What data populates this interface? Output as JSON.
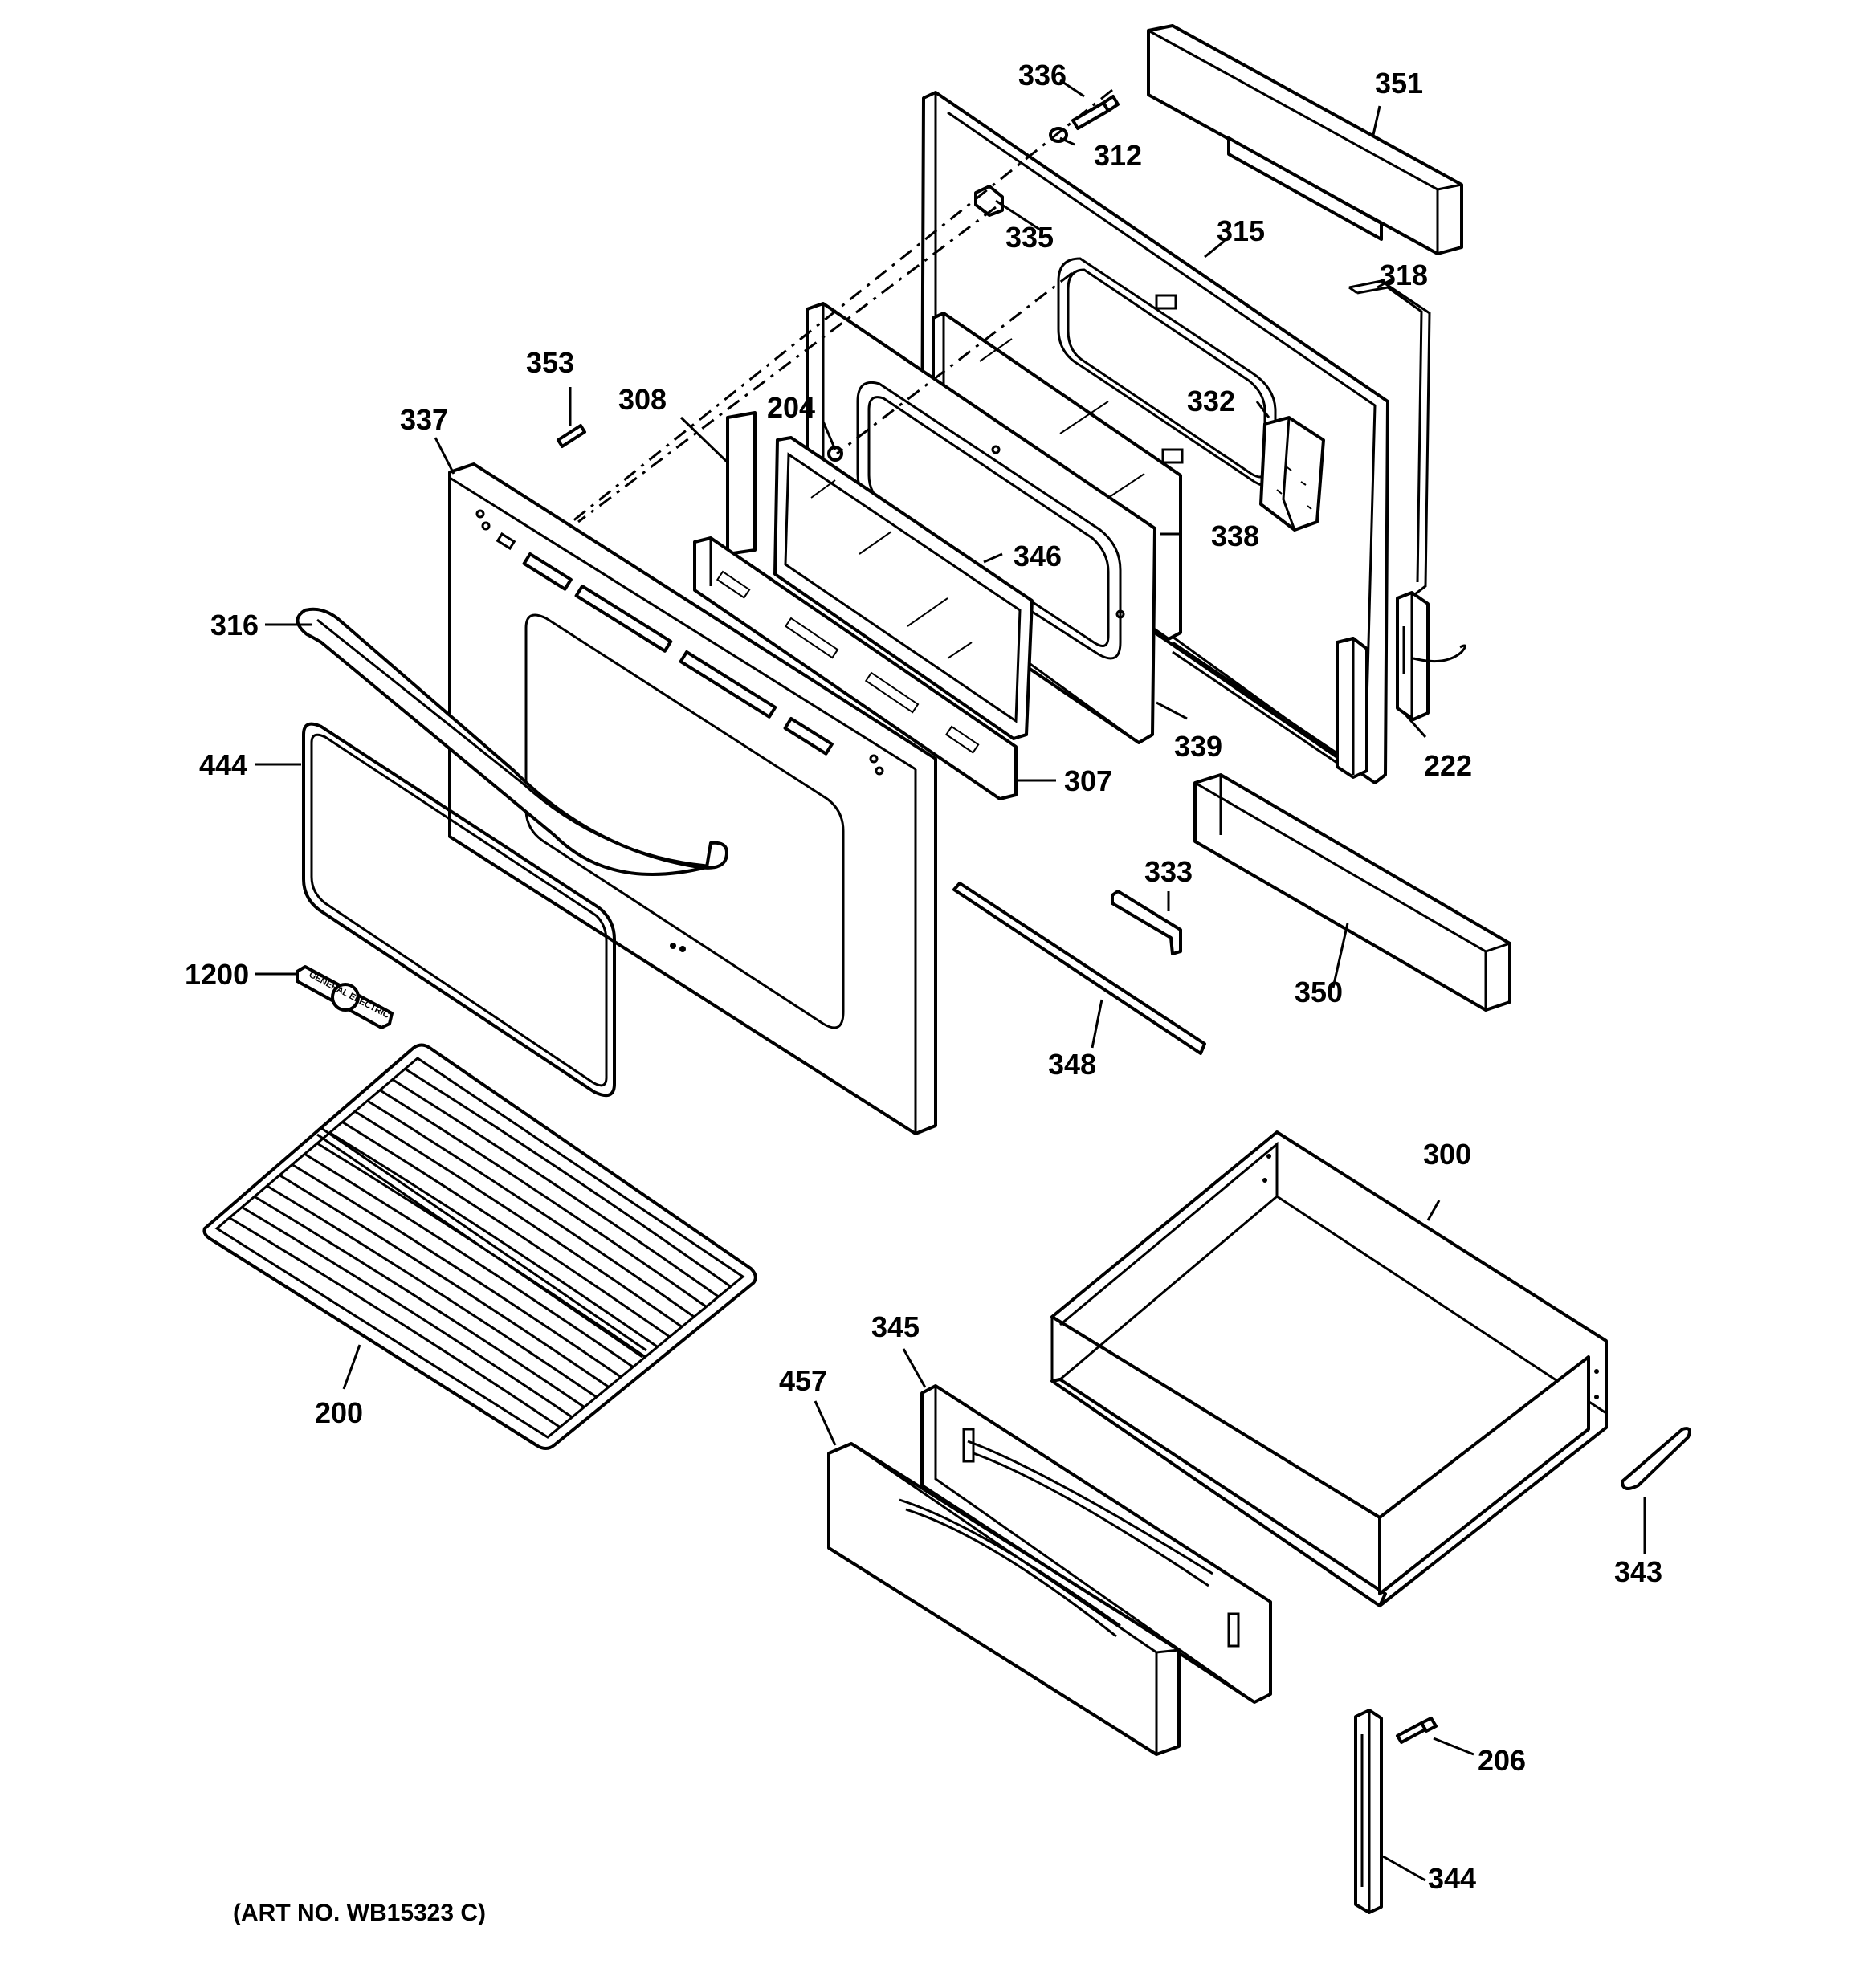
{
  "art_number": "(ART NO. WB15323 C)",
  "badge_text": "GENERAL ELECTRIC",
  "part_labels": {
    "p336": "336",
    "p351": "351",
    "p312": "312",
    "p335": "335",
    "p315": "315",
    "p318": "318",
    "p353": "353",
    "p308": "308",
    "p204": "204",
    "p332": "332",
    "p337": "337",
    "p346": "346",
    "p338": "338",
    "p316": "316",
    "p339": "339",
    "p222": "222",
    "p444": "444",
    "p307": "307",
    "p333": "333",
    "p1200": "1200",
    "p350": "350",
    "p348": "348",
    "p300": "300",
    "p200": "200",
    "p345": "345",
    "p457": "457",
    "p343": "343",
    "p206": "206",
    "p344": "344"
  }
}
